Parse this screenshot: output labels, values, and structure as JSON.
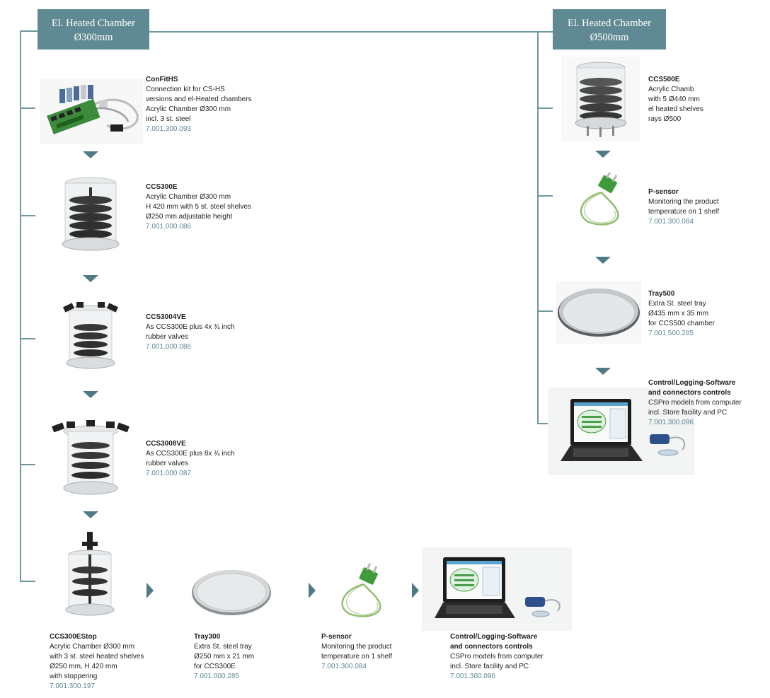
{
  "headers": {
    "left": {
      "line1": "El. Heated Chamber",
      "line2": "Ø300mm"
    },
    "right": {
      "line1": "El. Heated Chamber",
      "line2": "Ø500mm"
    }
  },
  "left_items": [
    {
      "name": "ConFitHS",
      "lines": [
        "Connection kit for CS-HS",
        "versions and el-Heated chambers",
        "Acrylic Chamber Ø300 mm",
        "incl. 3 st. steel"
      ],
      "code": "7.001.300.093"
    },
    {
      "name": "CCS300E",
      "lines": [
        "Acrylic Chamber Ø300 mm",
        "H 420 mm with 5 st. steel shelves",
        "Ø250 mm adjustable height"
      ],
      "code": "7.001.000.086"
    },
    {
      "name": "CCS3004VE",
      "lines": [
        "As CCS300E plus 4x ¾ inch",
        "rubber valves"
      ],
      "code": "7.001.000.086"
    },
    {
      "name": "CCS3008VE",
      "lines": [
        "As CCS300E plus 8x ¾ inch",
        "rubber valves"
      ],
      "code": "7.001.000.087"
    }
  ],
  "bottom_items": [
    {
      "name": "CCS300EStop",
      "lines": [
        "Acrylic Chamber Ø300 mm",
        "with 3 st. steel heated shelves",
        "Ø250 mm, H 420 mm",
        "with stoppering"
      ],
      "code": "7.001.300.197"
    },
    {
      "name": "Tray300",
      "lines": [
        "Extra St. steel tray",
        "Ø250 mm x 21 mm",
        "for CCS300E"
      ],
      "code": "7.001.000.285"
    },
    {
      "name": "P-sensor",
      "lines": [
        "Monitoring the product",
        "temperature on 1 shelf"
      ],
      "code": "7.001.300.084"
    },
    {
      "name": "Control/Logging-Software",
      "name2": "and connectors controls",
      "lines": [
        "CSPro models from computer",
        "incl. Store facility and PC"
      ],
      "code": "7.001.300.096"
    }
  ],
  "right_items": [
    {
      "name": "CCS500E",
      "lines": [
        "Acrylic Chamb",
        "with 5 Ø440 mm",
        "el heated shelves",
        "rays Ø500"
      ],
      "code": ""
    },
    {
      "name": "P-sensor",
      "lines": [
        "Monitoring the product",
        "temperature on 1 shelf"
      ],
      "code": "7.001.300.084"
    },
    {
      "name": "Tray500",
      "lines": [
        "Extra St. steel tray",
        "Ø435 mm x 35 mm",
        "for CCS500 chamber"
      ],
      "code": "7.001.500.285"
    },
    {
      "name": "Control/Logging-Software",
      "name2": "and connectors controls",
      "lines": [
        "CSPro models from computer",
        "incl. Store facility and PC"
      ],
      "code": "7.001.300.096"
    }
  ],
  "colors": {
    "accent": "#5f8a93",
    "line": "#6f979e",
    "arrow": "#4e7a85",
    "code": "#5b8794"
  }
}
